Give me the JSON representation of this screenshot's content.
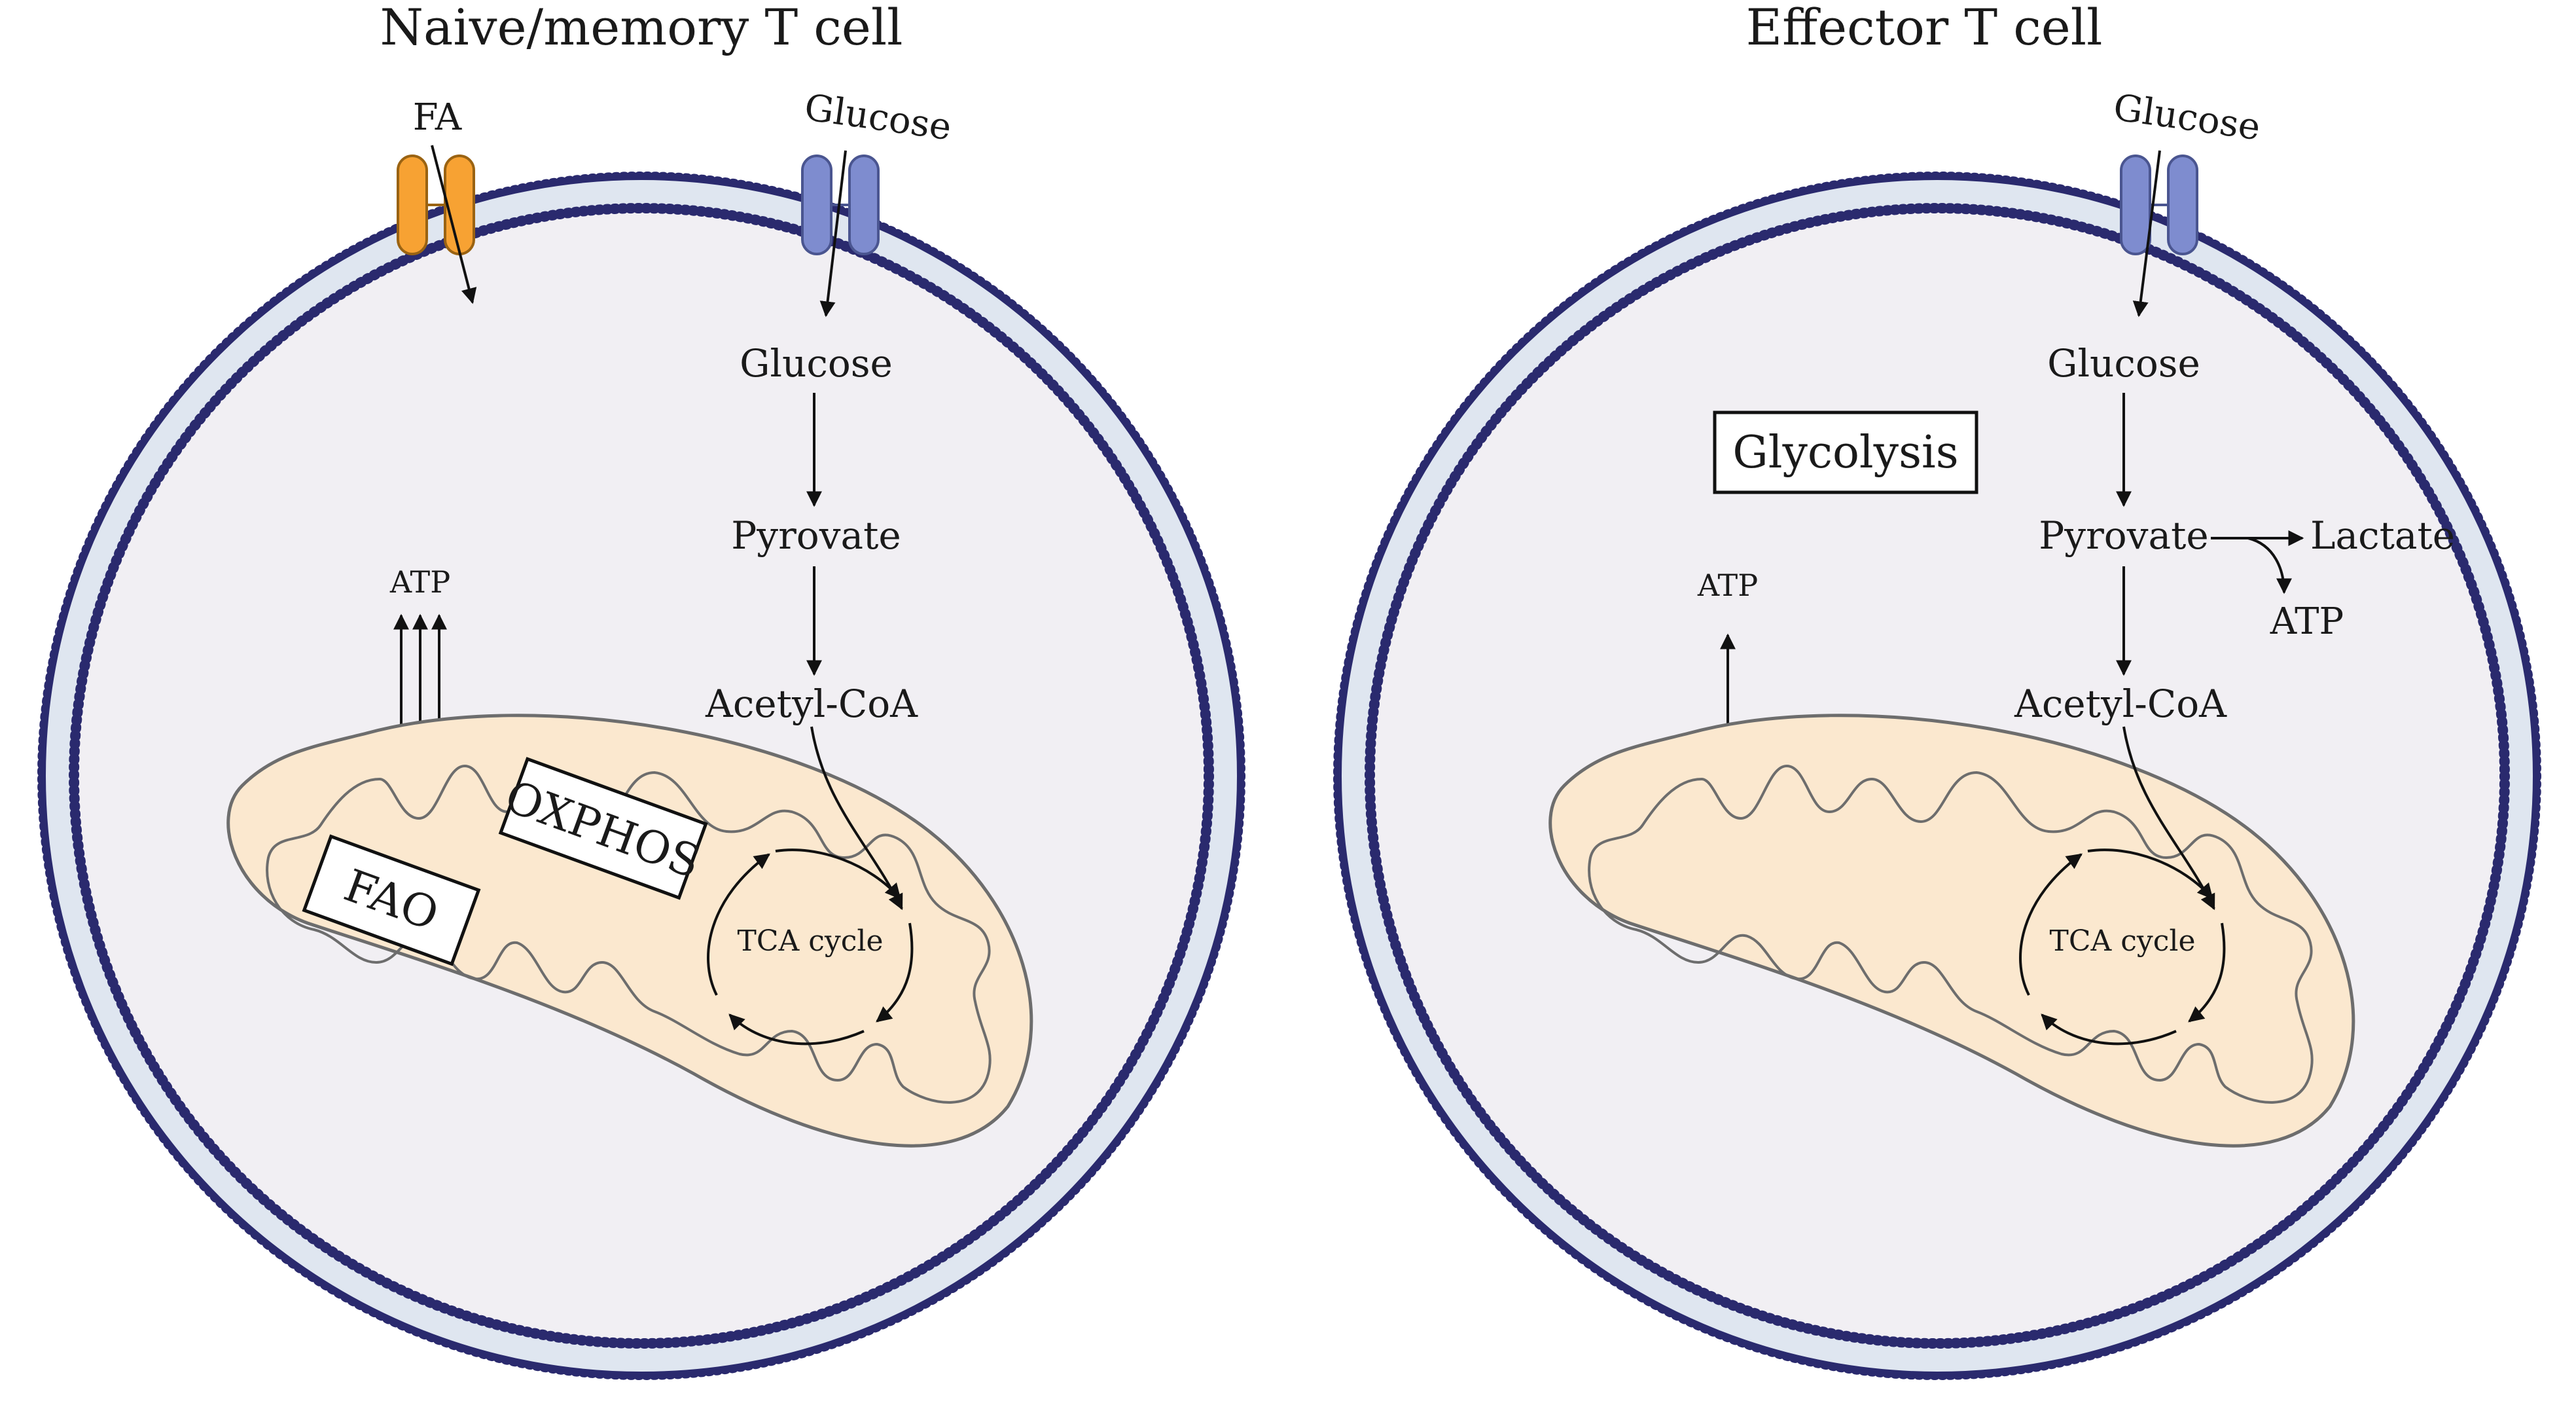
{
  "left_panel": {
    "title": "Naive/memory T cell",
    "transporters": {
      "fa": "FA",
      "glucose": "Glucose"
    },
    "pathway": {
      "glucose": "Glucose",
      "pyruvate": "Pyrovate",
      "acetyl_coa": "Acetyl-CoA",
      "tca": "TCA cycle"
    },
    "atp": "ATP",
    "boxes": {
      "oxphos": "OXPHOS",
      "fao": "FAO"
    }
  },
  "right_panel": {
    "title": "Effector T cell",
    "transporters": {
      "glucose": "Glucose"
    },
    "pathway": {
      "glucose": "Glucose",
      "pyruvate": "Pyrovate",
      "acetyl_coa": "Acetyl-CoA",
      "tca": "TCA cycle",
      "lactate": "Lactate",
      "lactate_atp": "ATP"
    },
    "atp": "ATP",
    "boxes": {
      "glycolysis": "Glycolysis"
    }
  },
  "colors": {
    "membrane": "#2a2a6e",
    "membrane_light": "#dfe6f0",
    "cytoplasm": "#f1eff3",
    "mito_fill": "#fbe8cf",
    "mito_stroke": "#6d6d6d",
    "fa_transporter": "#f7a233",
    "glucose_transporter": "#7e8ccf"
  }
}
